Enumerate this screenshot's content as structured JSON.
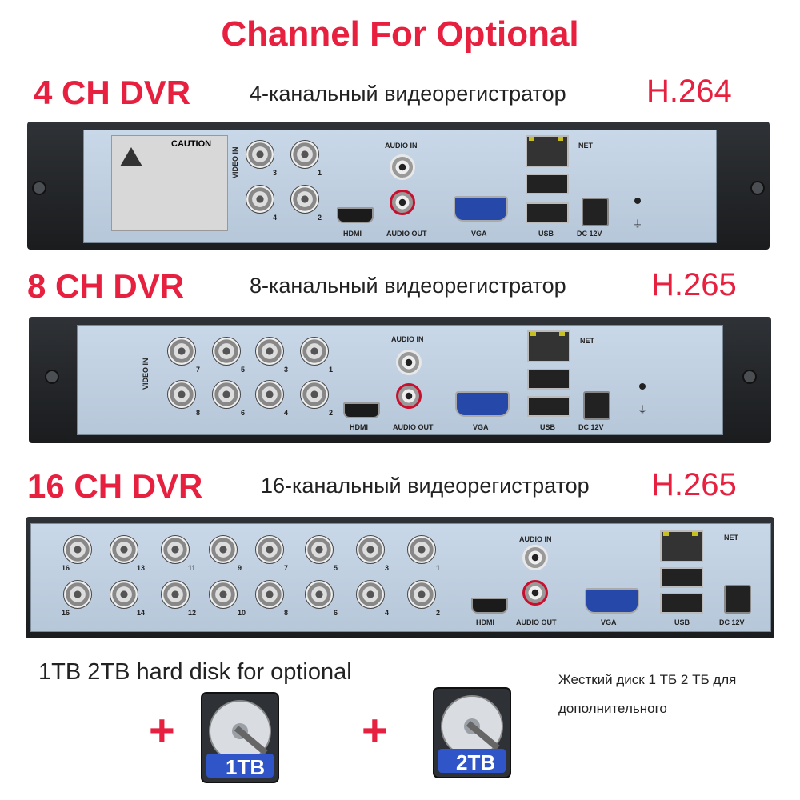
{
  "title": "Channel For Optional",
  "dvr_4": {
    "model": "4 CH DVR",
    "subtitle": "4-канальный видеорегистратор",
    "codec": "H.264"
  },
  "dvr_8": {
    "model": "8 CH DVR",
    "subtitle": "8-канальный видеорегистратор",
    "codec": "H.265"
  },
  "dvr_16": {
    "model": "16 CH DVR",
    "subtitle": "16-канальный видеорегистратор",
    "codec": "H.265"
  },
  "panel_labels": {
    "hdmi": "HDMI",
    "audio_in": "AUDIO IN",
    "audio_out": "AUDIO OUT",
    "vga": "VGA",
    "usb": "USB",
    "dc": "DC 12V",
    "net": "NET",
    "video_in": "VIDEO IN",
    "caution": "CAUTION"
  },
  "channels_4": [
    "3",
    "1",
    "4",
    "2"
  ],
  "channels_8": [
    "7",
    "5",
    "3",
    "1",
    "8",
    "6",
    "4",
    "2"
  ],
  "channels_16_top": [
    "16",
    "13",
    "11",
    "9",
    "7",
    "5",
    "3",
    "1"
  ],
  "channels_16_bottom": [
    "16",
    "14",
    "12",
    "10",
    "8",
    "6",
    "4",
    "2"
  ],
  "hdd": {
    "caption": "1TB 2TB hard disk for optional",
    "caption_ru_1": "Жесткий диск 1 ТБ 2 ТБ для",
    "caption_ru_2": "дополнительного",
    "disk_1": "1TB",
    "disk_2": "2TB",
    "plus": "+"
  }
}
